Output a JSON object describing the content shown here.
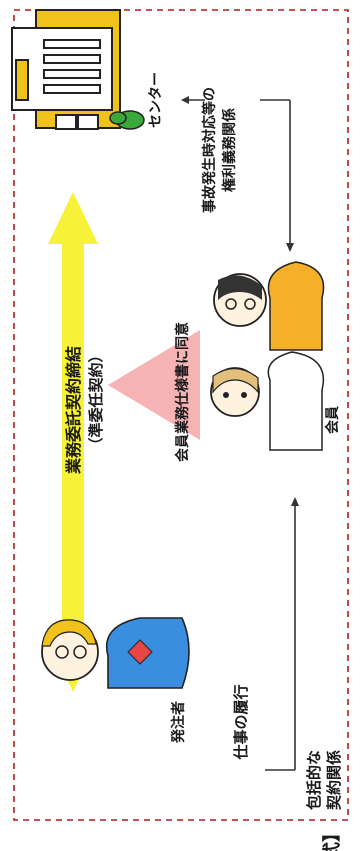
{
  "header": {
    "bracket": "式】",
    "comprehensive_contract": "包括的な\n契約関係"
  },
  "labels": {
    "orderer": "発注者",
    "member": "会員",
    "center": "センター",
    "contract_main": "業務委託契約締結",
    "contract_sub": "（準委任契約）",
    "agreement": "会員業務仕様書に同意",
    "work": "仕事の履行",
    "rights": "事故発生時対応等の\n権利義務関係"
  },
  "colors": {
    "arrow": "#f7f238",
    "border": "#b01c1c",
    "triangle": "#f3a6a6",
    "building": "#f2c21c",
    "person_blue": "#3a8ee0",
    "person_orange": "#f5b02a"
  }
}
